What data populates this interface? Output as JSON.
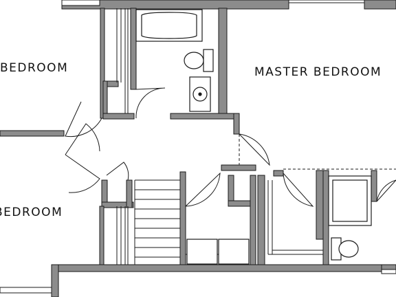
{
  "rooms": {
    "bedroom_top_left": "BEDROOM",
    "bedroom_bottom_left": "BEDROOM",
    "master_bedroom": "MASTER BEDROOM"
  },
  "colors": {
    "wall_fill": "#8c8c8c",
    "wall_outline": "#1a1a1a",
    "line": "#1a1a1a",
    "background": "#ffffff"
  }
}
